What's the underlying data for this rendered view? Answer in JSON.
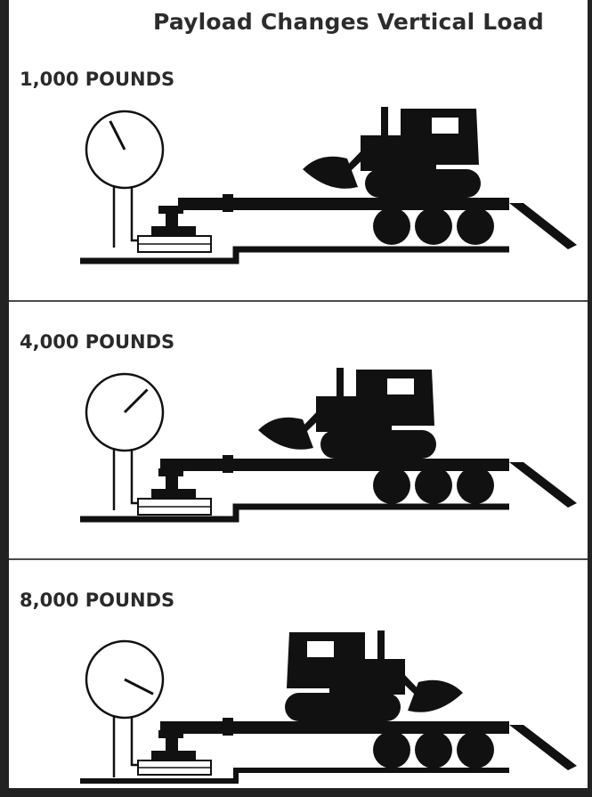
{
  "title": "Payload Changes Vertical Load",
  "panels": [
    {
      "label": "1,000 POUNDS",
      "gauge_level": 0.05,
      "machine_position": "rear"
    },
    {
      "label": "4,000 POUNDS",
      "gauge_level": 0.25,
      "machine_position": "middle"
    },
    {
      "label": "8,000 POUNDS",
      "gauge_level": 0.45,
      "machine_position": "front"
    }
  ],
  "colors": {
    "ink": "#111111",
    "frame": "#222222",
    "background": "#ffffff"
  }
}
